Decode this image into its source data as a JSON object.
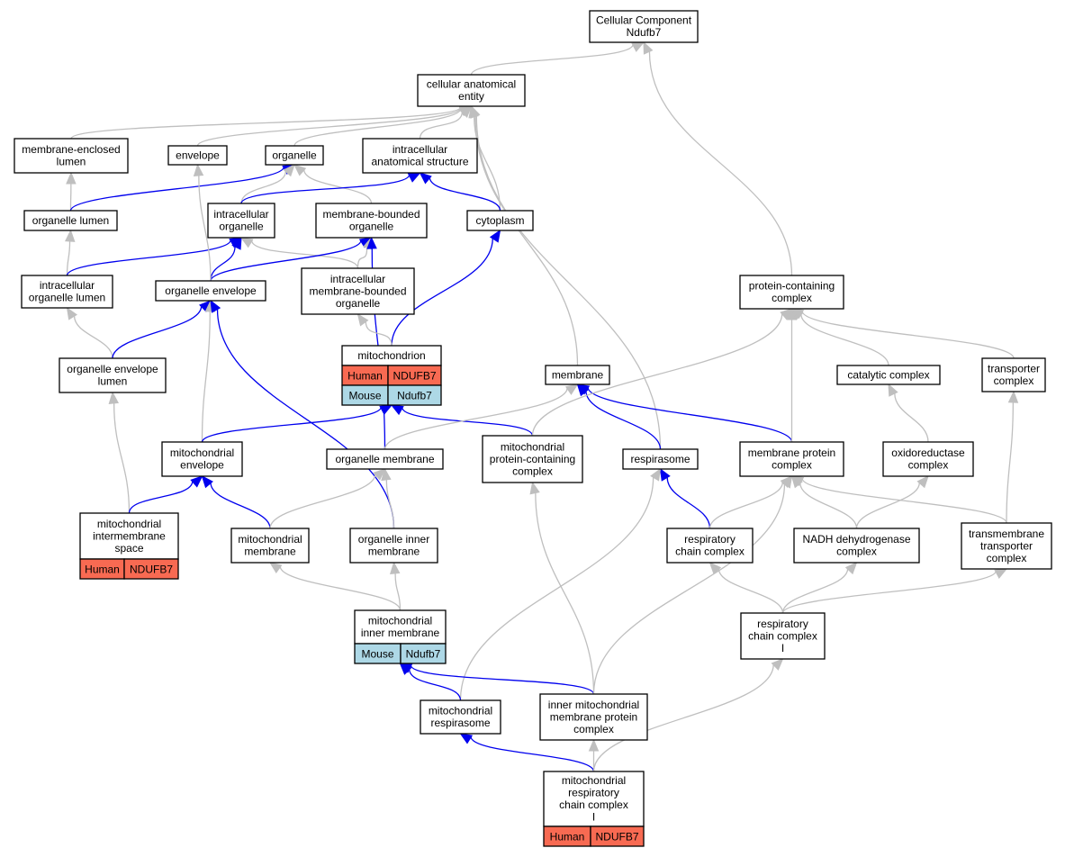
{
  "colors": {
    "gray_edge": "#bfbfbf",
    "blue_edge": "#0000ee",
    "human_badge": "#f86a52",
    "mouse_badge": "#add8e6"
  },
  "nodes": [
    {
      "id": "cc",
      "lines": [
        "Cellular Component",
        "Ndufb7"
      ]
    },
    {
      "id": "cae",
      "lines": [
        "cellular anatomical",
        "entity"
      ]
    },
    {
      "id": "mel",
      "lines": [
        "membrane-enclosed",
        "lumen"
      ]
    },
    {
      "id": "env",
      "lines": [
        "envelope"
      ]
    },
    {
      "id": "org",
      "lines": [
        "organelle"
      ]
    },
    {
      "id": "ias",
      "lines": [
        "intracellular",
        "anatomical structure"
      ]
    },
    {
      "id": "orgl",
      "lines": [
        "organelle lumen"
      ]
    },
    {
      "id": "io",
      "lines": [
        "intracellular",
        "organelle"
      ]
    },
    {
      "id": "mbo",
      "lines": [
        "membrane-bounded",
        "organelle"
      ]
    },
    {
      "id": "cyt",
      "lines": [
        "cytoplasm"
      ]
    },
    {
      "id": "iol",
      "lines": [
        "intracellular",
        "organelle lumen"
      ]
    },
    {
      "id": "oenv",
      "lines": [
        "organelle envelope"
      ]
    },
    {
      "id": "imbo",
      "lines": [
        "intracellular",
        "membrane-bounded",
        "organelle"
      ]
    },
    {
      "id": "pcc",
      "lines": [
        "protein-containing",
        "complex"
      ]
    },
    {
      "id": "mito",
      "lines": [
        "mitochondrion"
      ],
      "badges": [
        {
          "species": "Human",
          "gene": "NDUFB7"
        },
        {
          "species": "Mouse",
          "gene": "Ndufb7"
        }
      ]
    },
    {
      "id": "oel",
      "lines": [
        "organelle envelope",
        "lumen"
      ]
    },
    {
      "id": "memb",
      "lines": [
        "membrane"
      ]
    },
    {
      "id": "catc",
      "lines": [
        "catalytic complex"
      ]
    },
    {
      "id": "trc",
      "lines": [
        "transporter",
        "complex"
      ]
    },
    {
      "id": "menv",
      "lines": [
        "mitochondrial",
        "envelope"
      ]
    },
    {
      "id": "om",
      "lines": [
        "organelle membrane"
      ]
    },
    {
      "id": "mpcc",
      "lines": [
        "mitochondrial",
        "protein-containing",
        "complex"
      ]
    },
    {
      "id": "resp",
      "lines": [
        "respirasome"
      ]
    },
    {
      "id": "mpc",
      "lines": [
        "membrane protein",
        "complex"
      ]
    },
    {
      "id": "oxc",
      "lines": [
        "oxidoreductase",
        "complex"
      ]
    },
    {
      "id": "mis",
      "lines": [
        "mitochondrial",
        "intermembrane",
        "space"
      ],
      "badges": [
        {
          "species": "Human",
          "gene": "NDUFB7"
        }
      ]
    },
    {
      "id": "mm",
      "lines": [
        "mitochondrial",
        "membrane"
      ]
    },
    {
      "id": "oim",
      "lines": [
        "organelle inner",
        "membrane"
      ]
    },
    {
      "id": "rcc",
      "lines": [
        "respiratory",
        "chain complex"
      ]
    },
    {
      "id": "nadh",
      "lines": [
        "NADH dehydrogenase",
        "complex"
      ]
    },
    {
      "id": "tmtc",
      "lines": [
        "transmembrane",
        "transporter",
        "complex"
      ]
    },
    {
      "id": "rcc1",
      "lines": [
        "respiratory",
        "chain complex",
        "I"
      ]
    },
    {
      "id": "mim",
      "lines": [
        "mitochondrial",
        "inner membrane"
      ],
      "badges": [
        {
          "species": "Mouse",
          "gene": "Ndufb7"
        }
      ]
    },
    {
      "id": "mresp",
      "lines": [
        "mitochondrial",
        "respirasome"
      ]
    },
    {
      "id": "imm",
      "lines": [
        "inner mitochondrial",
        "membrane protein",
        "complex"
      ]
    },
    {
      "id": "mrcc1",
      "lines": [
        "mitochondrial",
        "respiratory",
        "chain complex",
        "I"
      ],
      "badges": [
        {
          "species": "Human",
          "gene": "NDUFB7"
        }
      ]
    }
  ],
  "edges": [
    {
      "from": "cae",
      "to": "cc",
      "kind": "gray"
    },
    {
      "from": "pcc",
      "to": "cc",
      "kind": "gray"
    },
    {
      "from": "mel",
      "to": "cae",
      "kind": "gray"
    },
    {
      "from": "env",
      "to": "cae",
      "kind": "gray"
    },
    {
      "from": "org",
      "to": "cae",
      "kind": "gray"
    },
    {
      "from": "ias",
      "to": "cae",
      "kind": "gray"
    },
    {
      "from": "cyt",
      "to": "cae",
      "kind": "gray"
    },
    {
      "from": "memb",
      "to": "cae",
      "kind": "gray"
    },
    {
      "from": "resp",
      "to": "cae",
      "kind": "gray"
    },
    {
      "from": "orgl",
      "to": "mel",
      "kind": "gray"
    },
    {
      "from": "orgl",
      "to": "org",
      "kind": "blue"
    },
    {
      "from": "io",
      "to": "org",
      "kind": "gray"
    },
    {
      "from": "mbo",
      "to": "org",
      "kind": "gray"
    },
    {
      "from": "io",
      "to": "ias",
      "kind": "blue"
    },
    {
      "from": "cyt",
      "to": "ias",
      "kind": "blue"
    },
    {
      "from": "iol",
      "to": "orgl",
      "kind": "gray"
    },
    {
      "from": "iol",
      "to": "io",
      "kind": "blue"
    },
    {
      "from": "oenv",
      "to": "io",
      "kind": "blue"
    },
    {
      "from": "imbo",
      "to": "io",
      "kind": "gray"
    },
    {
      "from": "oenv",
      "to": "mbo",
      "kind": "blue"
    },
    {
      "from": "imbo",
      "to": "mbo",
      "kind": "gray"
    },
    {
      "from": "om",
      "to": "mbo",
      "kind": "blue"
    },
    {
      "from": "oenv",
      "to": "env",
      "kind": "gray"
    },
    {
      "from": "mito",
      "to": "cyt",
      "kind": "blue"
    },
    {
      "from": "mito",
      "to": "imbo",
      "kind": "gray"
    },
    {
      "from": "oel",
      "to": "iol",
      "kind": "gray"
    },
    {
      "from": "oel",
      "to": "oenv",
      "kind": "blue"
    },
    {
      "from": "menv",
      "to": "oenv",
      "kind": "gray"
    },
    {
      "from": "oim",
      "to": "oenv",
      "kind": "blue"
    },
    {
      "from": "mis",
      "to": "oel",
      "kind": "gray"
    },
    {
      "from": "mis",
      "to": "menv",
      "kind": "blue"
    },
    {
      "from": "menv",
      "to": "mito",
      "kind": "blue"
    },
    {
      "from": "mpcc",
      "to": "mito",
      "kind": "blue"
    },
    {
      "from": "mm",
      "to": "menv",
      "kind": "blue"
    },
    {
      "from": "om",
      "to": "memb",
      "kind": "gray"
    },
    {
      "from": "resp",
      "to": "memb",
      "kind": "blue"
    },
    {
      "from": "mpc",
      "to": "memb",
      "kind": "blue"
    },
    {
      "from": "mpcc",
      "to": "pcc",
      "kind": "gray"
    },
    {
      "from": "mpc",
      "to": "pcc",
      "kind": "gray"
    },
    {
      "from": "catc",
      "to": "pcc",
      "kind": "gray"
    },
    {
      "from": "trc",
      "to": "pcc",
      "kind": "gray"
    },
    {
      "from": "oxc",
      "to": "catc",
      "kind": "gray"
    },
    {
      "from": "tmtc",
      "to": "trc",
      "kind": "gray"
    },
    {
      "from": "mm",
      "to": "om",
      "kind": "gray"
    },
    {
      "from": "oim",
      "to": "om",
      "kind": "gray"
    },
    {
      "from": "mim",
      "to": "mm",
      "kind": "gray"
    },
    {
      "from": "mim",
      "to": "oim",
      "kind": "gray"
    },
    {
      "from": "rcc",
      "to": "resp",
      "kind": "blue"
    },
    {
      "from": "mresp",
      "to": "resp",
      "kind": "gray"
    },
    {
      "from": "rcc",
      "to": "mpc",
      "kind": "gray"
    },
    {
      "from": "nadh",
      "to": "mpc",
      "kind": "gray"
    },
    {
      "from": "tmtc",
      "to": "mpc",
      "kind": "gray"
    },
    {
      "from": "imm",
      "to": "mpc",
      "kind": "gray"
    },
    {
      "from": "nadh",
      "to": "oxc",
      "kind": "gray"
    },
    {
      "from": "rcc1",
      "to": "rcc",
      "kind": "gray"
    },
    {
      "from": "rcc1",
      "to": "nadh",
      "kind": "gray"
    },
    {
      "from": "rcc1",
      "to": "tmtc",
      "kind": "gray"
    },
    {
      "from": "mresp",
      "to": "mim",
      "kind": "blue"
    },
    {
      "from": "imm",
      "to": "mim",
      "kind": "blue"
    },
    {
      "from": "imm",
      "to": "mpcc",
      "kind": "gray"
    },
    {
      "from": "mrcc1",
      "to": "imm",
      "kind": "gray"
    },
    {
      "from": "mrcc1",
      "to": "mresp",
      "kind": "blue"
    },
    {
      "from": "mrcc1",
      "to": "rcc1",
      "kind": "gray"
    }
  ]
}
